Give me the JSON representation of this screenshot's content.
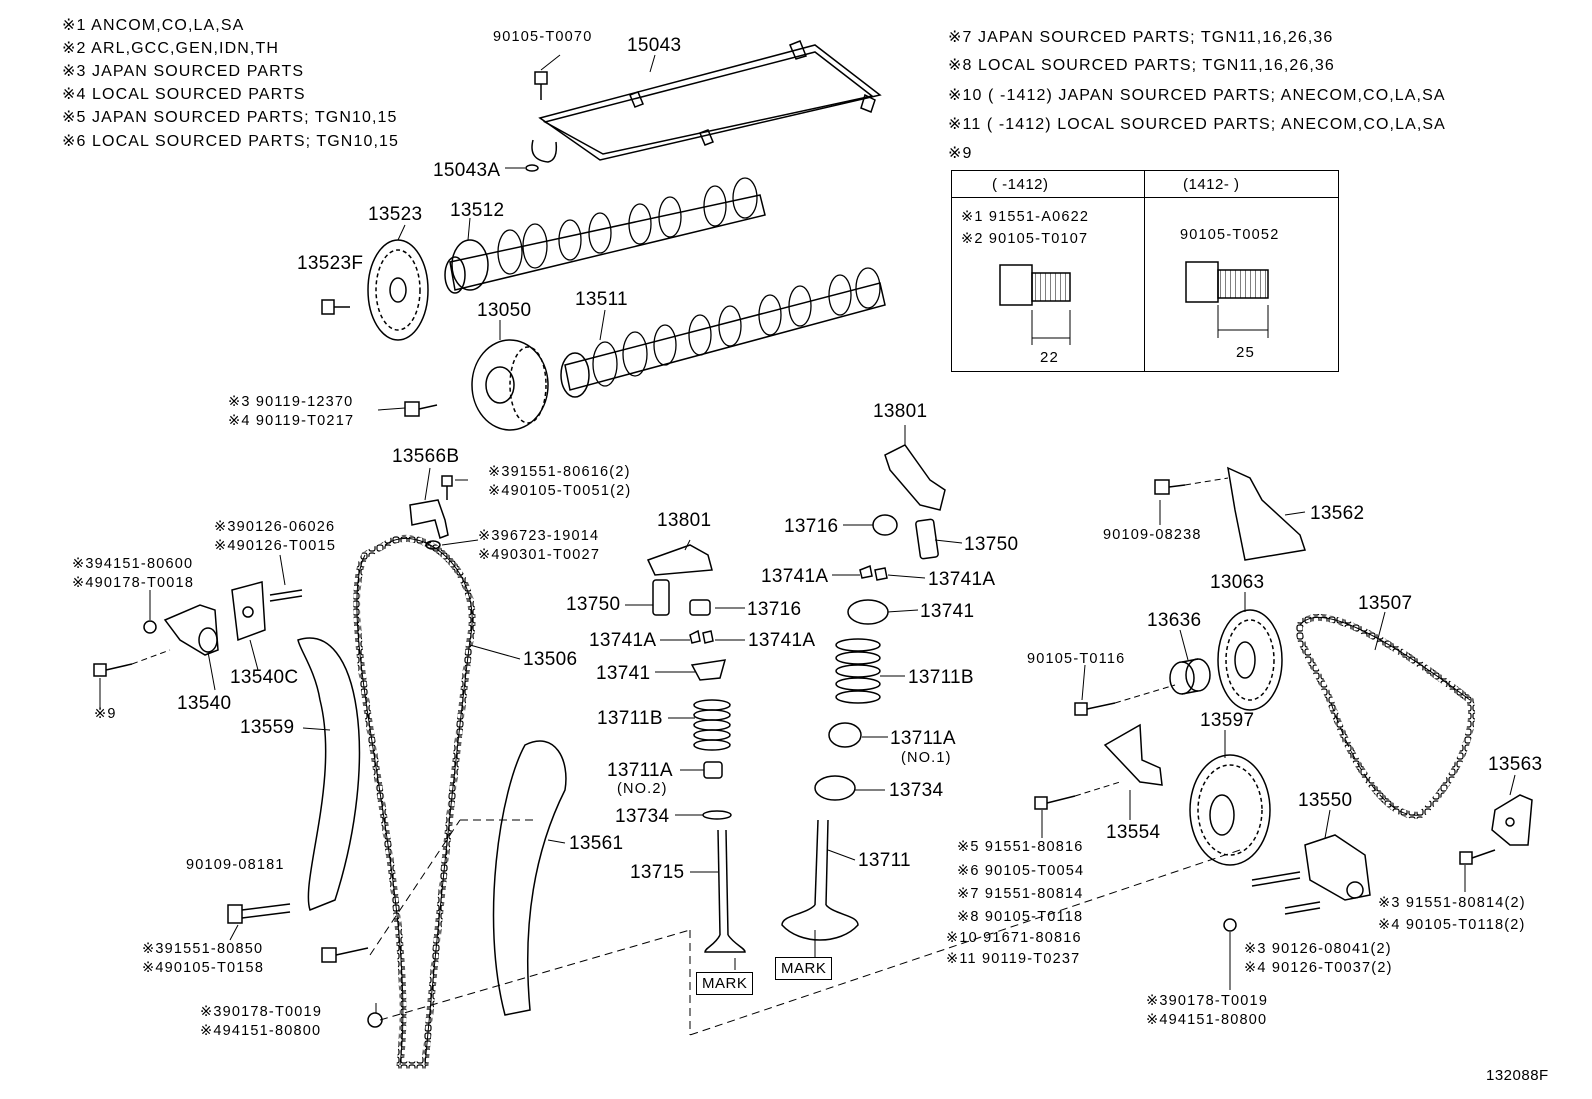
{
  "notes_top_left": [
    "※1 ANCOM,CO,LA,SA",
    "※2 ARL,GCC,GEN,IDN,TH",
    "※3 JAPAN SOURCED PARTS",
    "※4 LOCAL SOURCED PARTS",
    "※5 JAPAN SOURCED PARTS; TGN10,15",
    "※6 LOCAL SOURCED PARTS; TGN10,15"
  ],
  "notes_top_right": [
    "※7 JAPAN SOURCED PARTS; TGN11,16,26,36",
    "※8 LOCAL SOURCED PARTS; TGN11,16,26,36",
    "※10 (      -1412) JAPAN SOURCED PARTS; ANECOM,CO,LA,SA",
    "※11 (      -1412) LOCAL SOURCED PARTS; ANECOM,CO,LA,SA",
    "※9"
  ],
  "table": {
    "col1_header": "(      -1412)",
    "col2_header": "(1412-      )",
    "col1_rows": [
      "※1 91551-A0622",
      "※2 90105-T0107"
    ],
    "col2_rows": [
      "90105-T0052"
    ],
    "col1_dim": "22",
    "col2_dim": "25"
  },
  "parts": {
    "p15043": "15043",
    "p90105_T0070": "90105-T0070",
    "p15043A": "15043A",
    "p13523": "13523",
    "p13512": "13512",
    "p13523F": "13523F",
    "p13050": "13050",
    "p13511": "13511",
    "p90119_a": "※3  90119-12370",
    "p90119_b": "※4  90119-T0217",
    "p13566B": "13566B",
    "p91551_80616": "※391551-80616(2)",
    "p90105_T0051": "※490105-T0051(2)",
    "p96723": "※396723-19014",
    "p90301": "※490301-T0027",
    "p90126_06026": "※390126-06026",
    "p90126_T0015": "※490126-T0015",
    "p94151_80600": "※394151-80600",
    "p90178_T0018": "※490178-T0018",
    "p9ref": "※9",
    "p13540": "13540",
    "p13540C": "13540C",
    "p13559": "13559",
    "p13506": "13506",
    "p13801a": "13801",
    "p13750a": "13750",
    "p13716a": "13716",
    "p13741Aa": "13741A",
    "p13741Ab": "13741A",
    "p13741a": "13741",
    "p13711Ba": "13711B",
    "p13711Aa": "13711A",
    "p_no2": "(NO.2)",
    "p13734a": "13734",
    "p13715": "13715",
    "p13561": "13561",
    "p90109_08181": "90109-08181",
    "p91551_80850": "※391551-80850",
    "p90105_T0158": "※490105-T0158",
    "p90178_T0019a": "※390178-T0019",
    "p94151_80800a": "※494151-80800",
    "p13801b": "13801",
    "p13716b": "13716",
    "p13750b": "13750",
    "p13741Ac": "13741A",
    "p13741Ad": "13741A",
    "p13741b": "13741",
    "p13711Bb": "13711B",
    "p13711Ab": "13711A",
    "p_no1": "(NO.1)",
    "p13734b": "13734",
    "p13711": "13711",
    "mark1": "MARK",
    "mark2": "MARK",
    "p90109_08238": "90109-08238",
    "p13562": "13562",
    "p13063": "13063",
    "p13636": "13636",
    "p13507": "13507",
    "p90105_T0116": "90105-T0116",
    "p13597": "13597",
    "p13554": "13554",
    "p13550": "13550",
    "p13563": "13563",
    "p91551_80816": "※5  91551-80816",
    "p90105_T0054": "※6  90105-T0054",
    "p91551_80814": "※7  91551-80814",
    "p90105_T0118": "※8  90105-T0118",
    "p91671_80816": "※10 91671-80816",
    "p90119_T0237": "※11 90119-T0237",
    "p91551_80814_2": "※3 91551-80814(2)",
    "p90105_T0118_2": "※4  90105-T0118(2)",
    "p90126_08041": "※3  90126-08041(2)",
    "p90126_T0037": "※4  90126-T0037(2)",
    "p90178_T0019b": "※390178-T0019",
    "p94151_80800b": "※494151-80800",
    "diagram_id": "132088F"
  }
}
